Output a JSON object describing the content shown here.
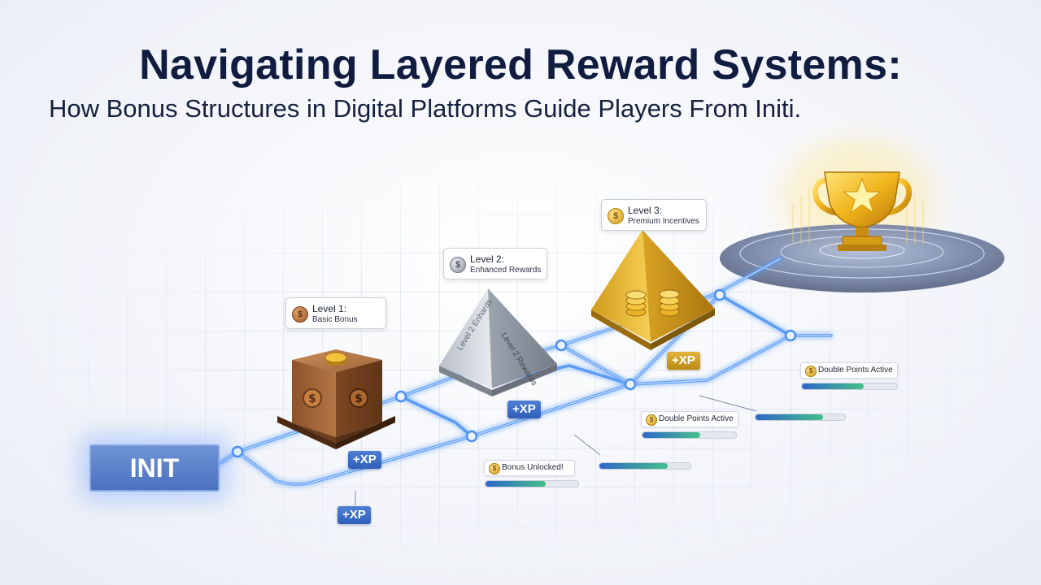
{
  "header": {
    "title": "Navigating Layered Reward Systems:",
    "subtitle": "How Bonus Structures in Digital Platforms Guide Players From Initi."
  },
  "start_node": {
    "label": "INIT"
  },
  "levels": [
    {
      "title": "Level 1:",
      "subtitle": "Basic Bonus",
      "tier": "bronze",
      "coin_symbol": "$"
    },
    {
      "title": "Level 2:",
      "subtitle": "Enhanced Rewards",
      "tier": "silver",
      "coin_symbol": "$"
    },
    {
      "title": "Level 3:",
      "subtitle": "Premium Incentives",
      "tier": "gold",
      "coin_symbol": "$"
    }
  ],
  "pyramid_face_text": {
    "left": "Level 2 Enhards",
    "right": "Level 2 Rewards"
  },
  "xp_badges": [
    "+XP",
    "+XP",
    "+XP",
    "+XP"
  ],
  "status_cards": [
    {
      "label": "Bonus Unlocked!",
      "progress": 0.65
    },
    {
      "label": "Double Points Active",
      "progress": 0.62
    },
    {
      "label": "Double Points Active",
      "progress": 0.65
    }
  ],
  "extra_progress_bars": [
    0.75,
    0.75
  ],
  "colors": {
    "path_glow": "#5b9cf5",
    "bronze": "#9b5f33",
    "silver": "#a9b0bb",
    "gold": "#e0a923",
    "init_box": "#5a80c8"
  },
  "icons": {
    "trophy": "trophy-icon",
    "star": "star-icon",
    "coin": "coin-icon"
  }
}
